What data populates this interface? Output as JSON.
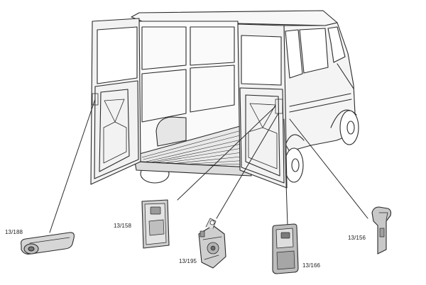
{
  "diagram": {
    "colors": {
      "line": "#2a2a2a",
      "fill_light": "#f2f2f2",
      "fill_mid": "#d2d2d2",
      "fill_dark": "#9a9a9a",
      "background": "#ffffff"
    },
    "labels": [
      {
        "id": "part-13-188",
        "text": "13/188"
      },
      {
        "id": "part-13-158",
        "text": "13/158"
      },
      {
        "id": "part-13-195",
        "text": "13/195"
      },
      {
        "id": "part-13-166",
        "text": "13/166"
      },
      {
        "id": "part-13-156",
        "text": "13/156"
      }
    ]
  }
}
